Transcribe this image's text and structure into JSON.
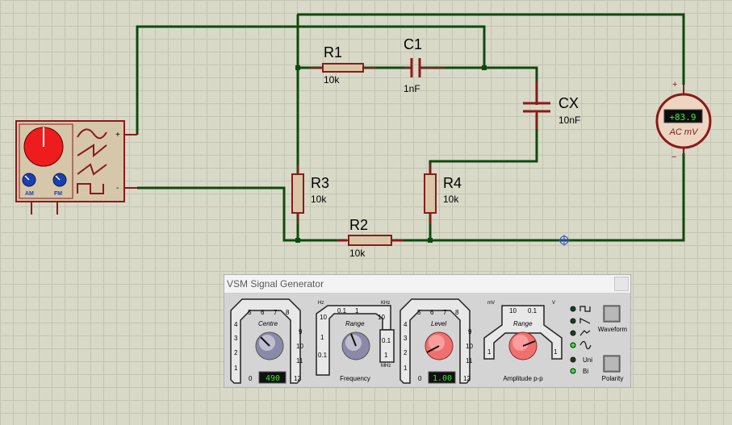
{
  "schematic": {
    "components": [
      {
        "ref": "R1",
        "value": "10k"
      },
      {
        "ref": "C1",
        "value": "1nF"
      },
      {
        "ref": "CX",
        "value": "10nF"
      },
      {
        "ref": "R3",
        "value": "10k"
      },
      {
        "ref": "R4",
        "value": "10k"
      },
      {
        "ref": "R2",
        "value": "10k"
      }
    ],
    "voltmeter": {
      "reading": "+83.9",
      "unit": "AC mV",
      "plus": "+",
      "minus": "−"
    },
    "generator": {
      "am": "AM",
      "fm": "FM",
      "plus": "+",
      "minus": "-"
    },
    "colors": {
      "wire": "#0d4a0d",
      "component": "#8b1a1a",
      "resistor_fill": "#d8c8a8",
      "junction": "#0d4a0d"
    }
  },
  "vsm": {
    "title": "VSM Signal Generator",
    "centre": {
      "caption": "Centre",
      "scale": [
        "0",
        "1",
        "2",
        "3",
        "4",
        "5",
        "6",
        "7",
        "8",
        "9",
        "10",
        "11",
        "12"
      ],
      "display": "490"
    },
    "freq_range": {
      "caption": "Range",
      "units": {
        "hz": "Hz",
        "khz": "KHz",
        "mhz": "MHz"
      },
      "options": [
        "10",
        "0.1",
        "1",
        "10",
        "1",
        "0.1",
        "0.1",
        "1"
      ],
      "footer": "Frequency"
    },
    "level": {
      "caption": "Level",
      "scale": [
        "0",
        "1",
        "2",
        "3",
        "4",
        "5",
        "6",
        "7",
        "8",
        "9",
        "10",
        "11",
        "12"
      ],
      "display": "1.00"
    },
    "amp_range": {
      "caption": "Range",
      "units": {
        "mv": "mV",
        "v": "V"
      },
      "options": [
        "10",
        "0.1",
        "1",
        "1"
      ],
      "footer": "Amplitude p-p"
    },
    "waveforms": [
      {
        "name": "square",
        "active": false
      },
      {
        "name": "sawtooth",
        "active": false
      },
      {
        "name": "triangle",
        "active": false
      },
      {
        "name": "sine",
        "active": true
      }
    ],
    "waveform_button": "Waveform",
    "polarity": [
      {
        "label": "Uni",
        "active": false
      },
      {
        "label": "Bi",
        "active": true
      }
    ],
    "polarity_button": "Polarity",
    "colors": {
      "led_on": "#39e639",
      "led_off": "#1f3d1f",
      "display_bg": "#101010",
      "display_fg": "#2eea2e"
    }
  }
}
